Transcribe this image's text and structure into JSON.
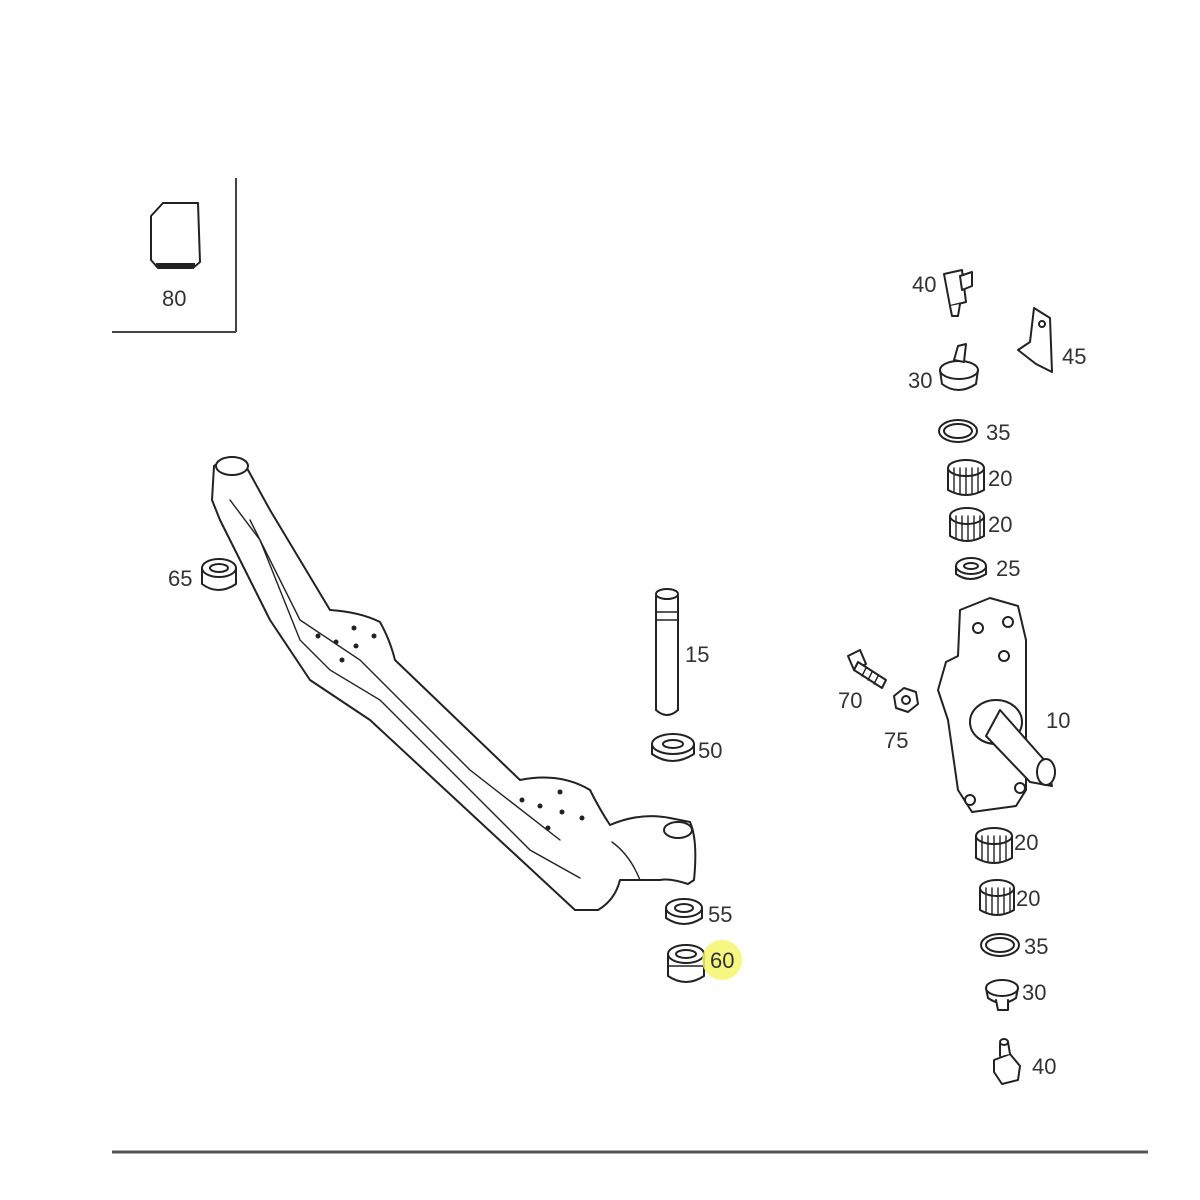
{
  "inset": {
    "label": "80"
  },
  "labels": {
    "p10": "10",
    "p15": "15",
    "p20a": "20",
    "p20b": "20",
    "p20c": "20",
    "p20d": "20",
    "p25": "25",
    "p30a": "30",
    "p30b": "30",
    "p35a": "35",
    "p35b": "35",
    "p40a": "40",
    "p40b": "40",
    "p45": "45",
    "p50": "50",
    "p55": "55",
    "p60": "60",
    "p65": "65",
    "p70": "70",
    "p75": "75"
  },
  "highlight": {
    "part": "60",
    "color": "#f4f46a"
  }
}
